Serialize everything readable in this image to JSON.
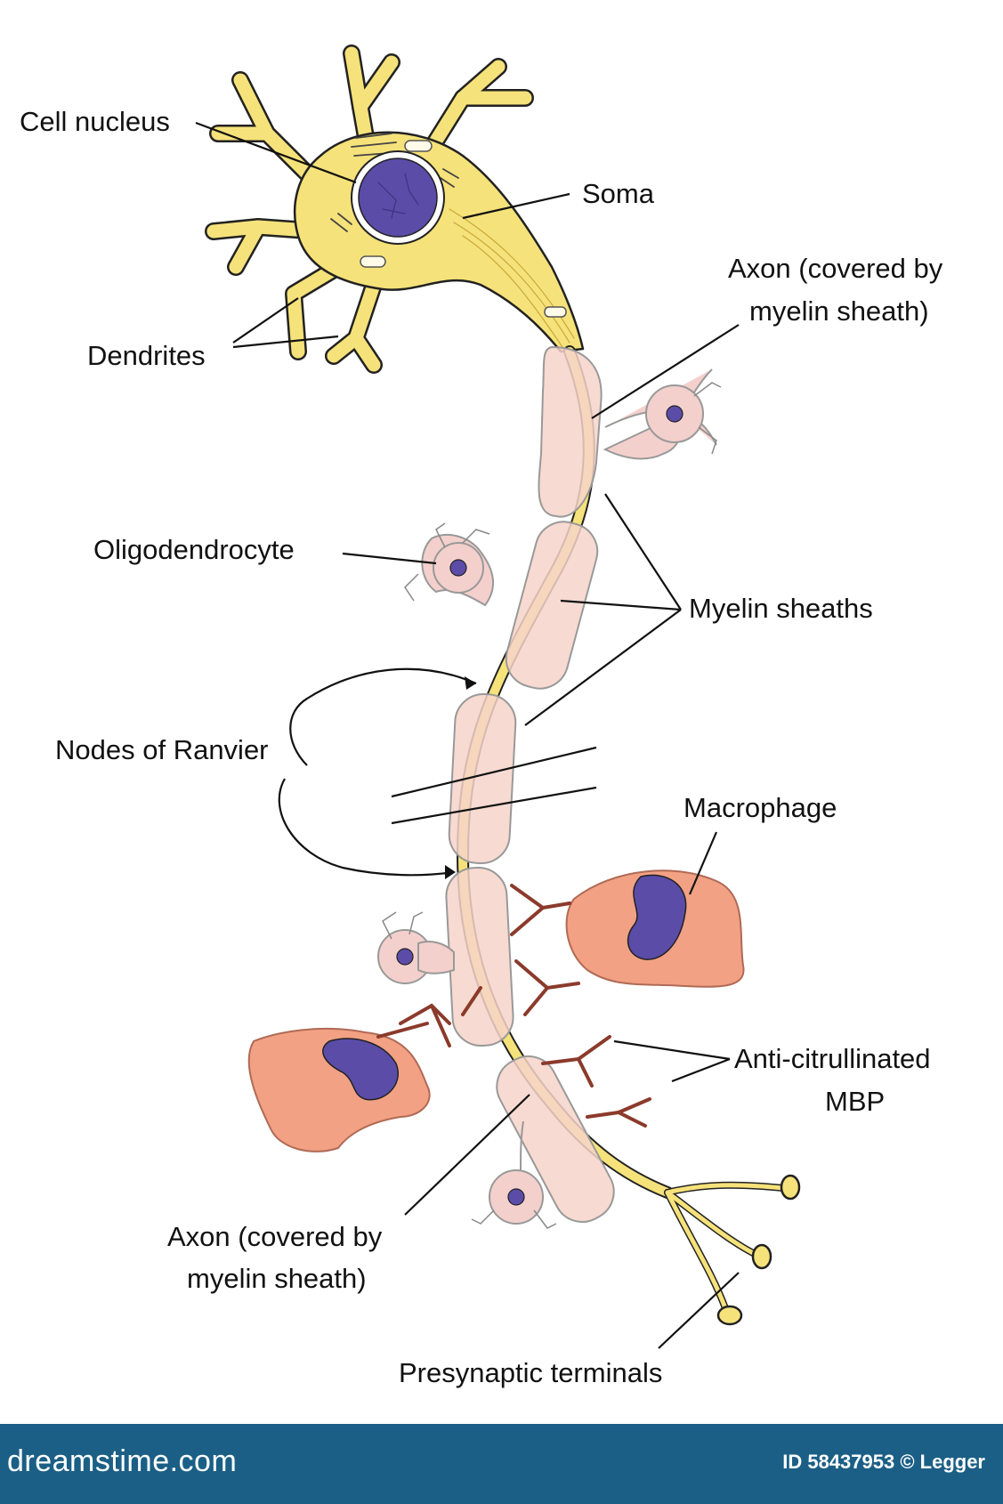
{
  "labels": {
    "cell_nucleus": "Cell nucleus",
    "soma": "Soma",
    "axon_top_line1": "Axon (covered by",
    "axon_top_line2": "myelin sheath)",
    "dendrites": "Dendrites",
    "oligodendrocyte": "Oligodendrocyte",
    "myelin_sheaths": "Myelin sheaths",
    "nodes_of_ranvier": "Nodes of Ranvier",
    "macrophage": "Macrophage",
    "anti_mbp_line1": "Anti-citrullinated",
    "anti_mbp_line2": "MBP",
    "axon_bottom_line1": "Axon (covered by",
    "axon_bottom_line2": "myelin sheath)",
    "presynaptic_terminals": "Presynaptic terminals"
  },
  "footer": {
    "brand": "dreamstime.com",
    "stock_id": "ID 58437953 © Legger"
  },
  "colors": {
    "neuron_yellow": "#f6e27a",
    "nucleus_purple": "#5b4ca8",
    "myelin_pink": "#f6d3c9",
    "oligodendrocyte_pink": "#f4d0cc",
    "macrophage_salmon": "#f2a184",
    "antibody_brown": "#8b3a2b",
    "footer_blue": "#1b5f86"
  }
}
